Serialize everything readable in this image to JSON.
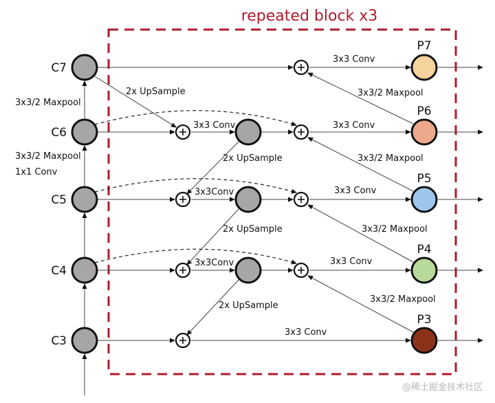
{
  "title": "repeated block x3",
  "watermark": "@稀土掘金技术社区",
  "colors": {
    "box": "#b11a2e",
    "backbone_node": "#a7a5a5",
    "intermediate_node": "#a7a5a5",
    "P7": "#f6d39d",
    "P6": "#eda88c",
    "P5": "#9dc7ea",
    "P4": "#b7d99a",
    "P3": "#8b321b"
  },
  "backbone": {
    "nodes": [
      "C7",
      "C6",
      "C5",
      "C4",
      "C3"
    ],
    "side_labels": {
      "c6_to_c7": "3x3/2 Maxpool",
      "c5_to_c6_a": "3x3/2 Maxpool",
      "c5_to_c6_b": "1x1  Conv"
    }
  },
  "outputs": [
    "P7",
    "P6",
    "P5",
    "P4",
    "P3"
  ],
  "edge_labels": {
    "c7_upsample": "2x UpSample",
    "p7_conv": "3x3 Conv",
    "p6_maxpool": "3x3/2 Maxpool",
    "c6_conv": "3x3 Conv",
    "p6_conv": "3x3 Conv",
    "mid6_upsample": "2x UpSample",
    "p5_maxpool": "3x3/2 Maxpool",
    "c5_conv": "3x3Conv",
    "p5_conv": "3x3 Conv",
    "mid5_upsample": "2x UpSample",
    "p4_maxpool": "3x3/2 Maxpool",
    "c4_conv": "3x3Conv",
    "p4_conv": "3x3 Conv",
    "mid4_upsample": "2x UpSample",
    "p3_maxpool": "3x3/2 Maxpool",
    "p3_conv": "3x3 Conv"
  }
}
